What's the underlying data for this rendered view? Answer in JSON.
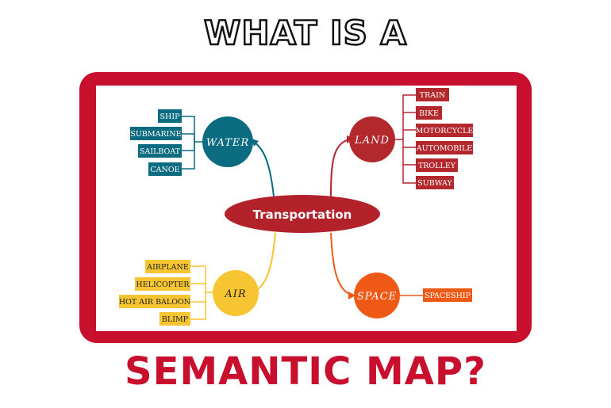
{
  "title_top": "WHAT IS A",
  "title_bottom": "SEMANTIC MAP?",
  "colors": {
    "frame": "#c8102e",
    "center": "#b3212b",
    "water": "#0b6b80",
    "land": "#b3282d",
    "air": "#f7c531",
    "space": "#ee5a16"
  },
  "map": {
    "center": "Transportation",
    "water": {
      "label": "WATER",
      "items": [
        "SHIP",
        "SUBMARINE",
        "SAILBOAT",
        "CANOE"
      ]
    },
    "land": {
      "label": "LAND",
      "items": [
        "TRAIN",
        "BIKE",
        "MOTORCYCLE",
        "AUTOMOBILE",
        "TROLLEY",
        "SUBWAY"
      ]
    },
    "air": {
      "label": "AIR",
      "items": [
        "AIRPLANE",
        "HELICOPTER",
        "HOT AIR BALOON",
        "BLIMP"
      ]
    },
    "space": {
      "label": "SPACE",
      "items": [
        "SPACESHIP"
      ]
    }
  }
}
